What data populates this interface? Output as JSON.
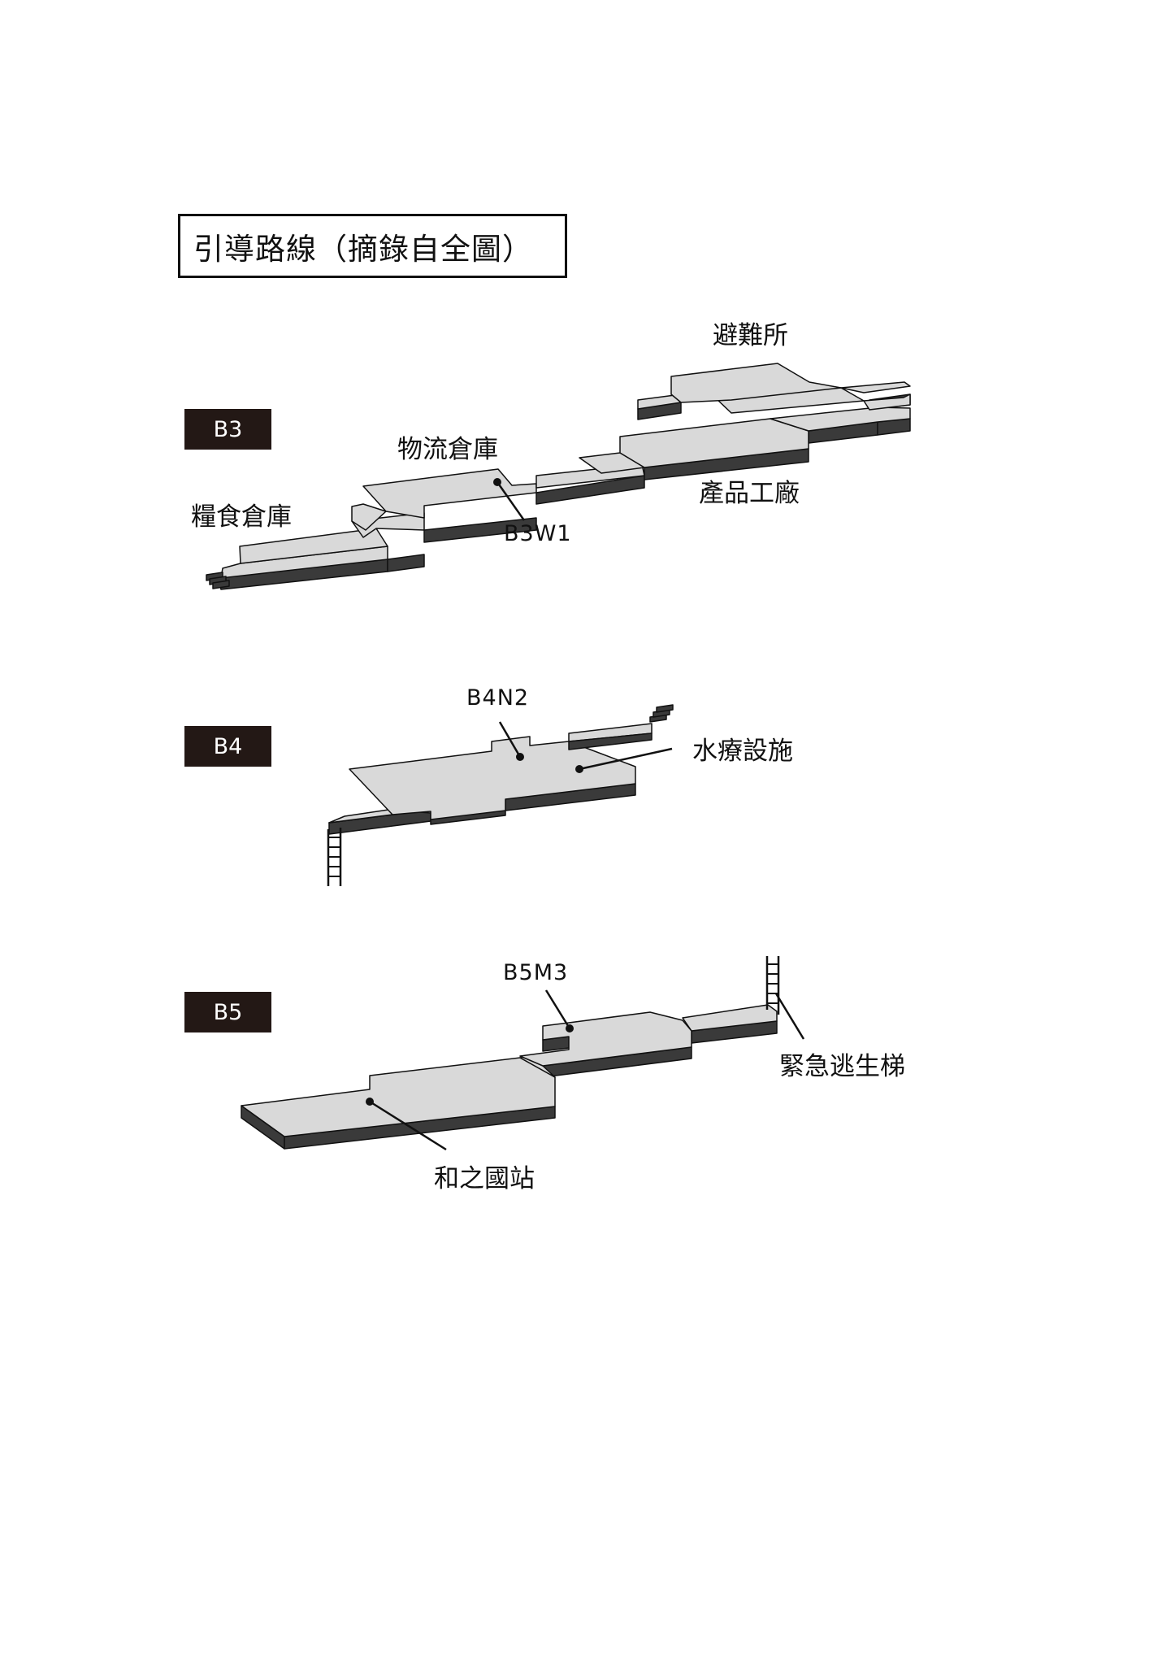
{
  "title": "引導路線（摘錄自全圖）",
  "floors": {
    "b3": {
      "badge": "B3",
      "labels": {
        "shelter": "避難所",
        "logistics": "物流倉庫",
        "food": "糧食倉庫",
        "factory": "產品工廠"
      },
      "code": "B3W1"
    },
    "b4": {
      "badge": "B4",
      "labels": {
        "spa": "水療設施"
      },
      "code": "B4N2"
    },
    "b5": {
      "badge": "B5",
      "labels": {
        "station": "和之國站",
        "escape": "緊急逃生梯"
      },
      "code": "B5M3"
    }
  },
  "colors": {
    "floor_top": "#d9d9d9",
    "floor_side": "#3a3a3a",
    "outline": "#111111",
    "badge_bg": "#231815"
  }
}
